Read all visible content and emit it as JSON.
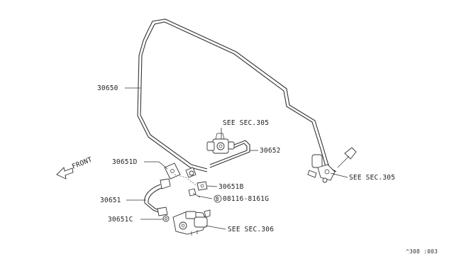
{
  "labels": {
    "p30650": "30650",
    "p30652": "30652",
    "p30651d": "30651D",
    "p30651b": "30651B",
    "p30651": "30651",
    "p30651c": "30651C",
    "bolt_circle": "B",
    "bolt": "08116-8161G",
    "see305_top": "SEE SEC.305",
    "see305_right": "SEE SEC.305",
    "see306": "SEE SEC.306",
    "front": "FRONT",
    "ref": "^308 :003"
  }
}
